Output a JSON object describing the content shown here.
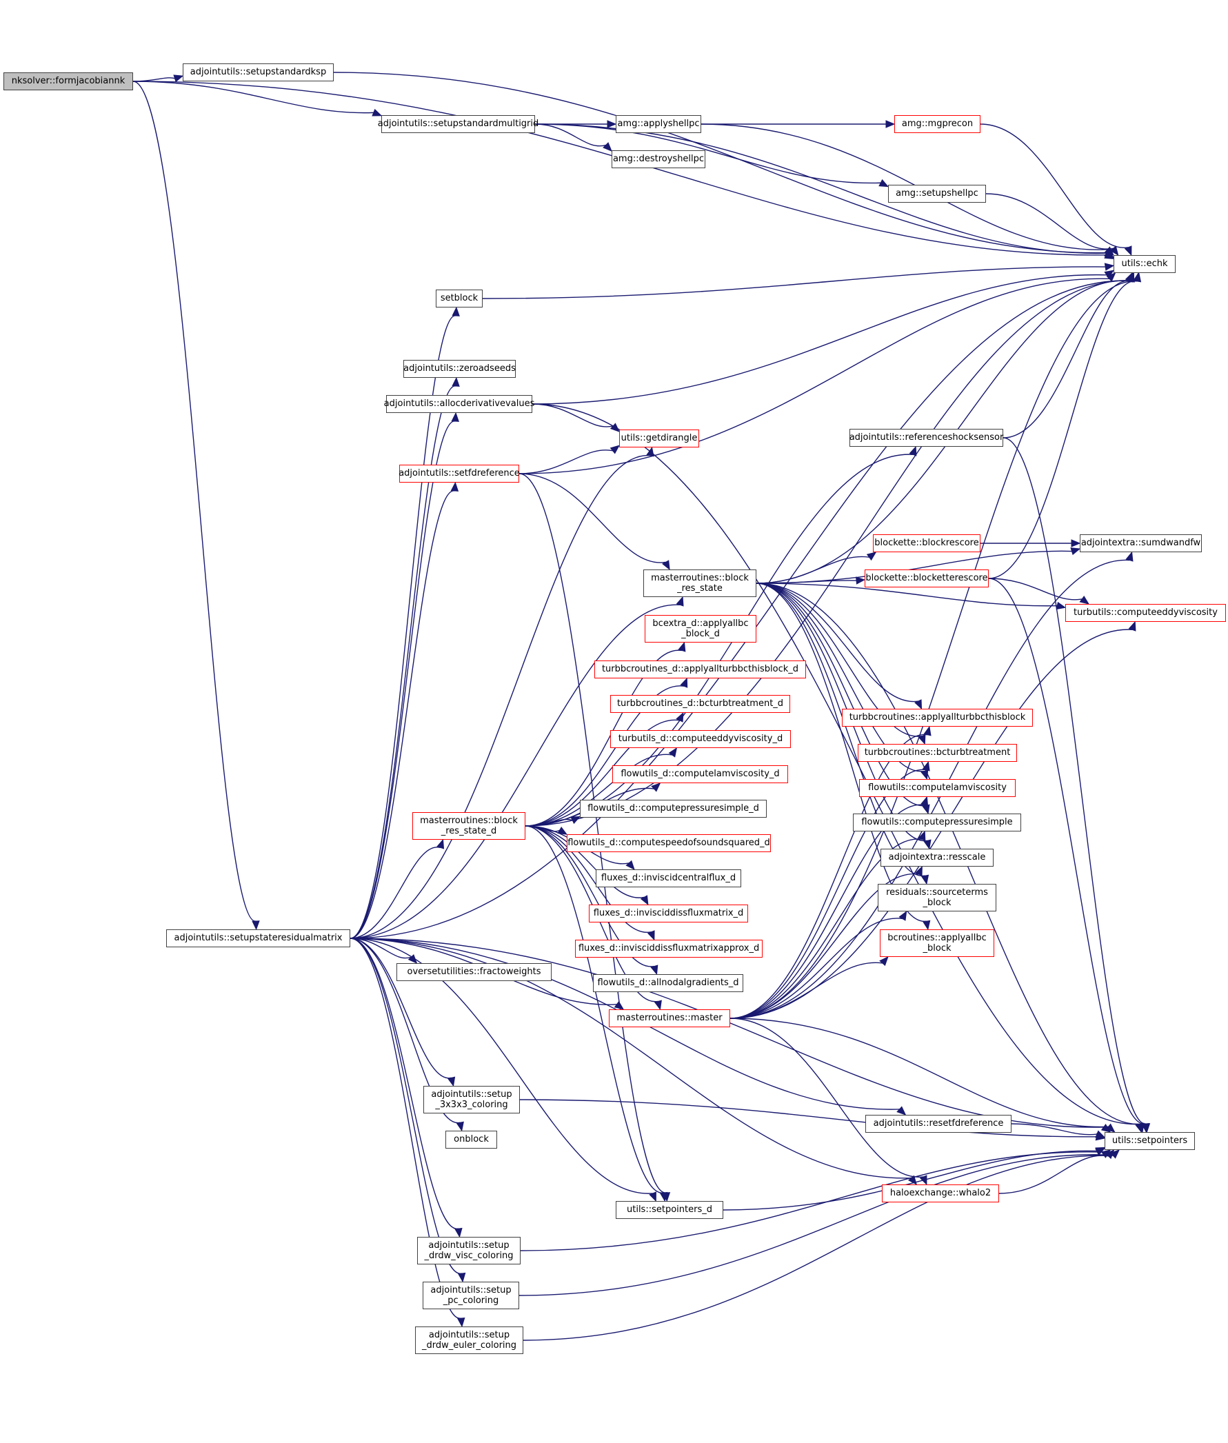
{
  "graph": {
    "edge_color": "#191970",
    "normal_border_color": "#404040",
    "truncated_border_color": "#ff0000",
    "root_fill_color": "#bfbfbf",
    "nodes": {
      "formjacobiannk": {
        "label": "nksolver::formjacobiannk",
        "style": "root"
      },
      "setupstandardksp": {
        "label": "adjointutils::setupstandardksp",
        "style": "normal"
      },
      "setupstandardmultigrid": {
        "label": "adjointutils::setupstandardmultigrid",
        "style": "normal"
      },
      "applyshellpc": {
        "label": "amg::applyshellpc",
        "style": "normal"
      },
      "mgprecon": {
        "label": "amg::mgprecon",
        "style": "truncated"
      },
      "destroyshellpc": {
        "label": "amg::destroyshellpc",
        "style": "normal"
      },
      "setupshellpc": {
        "label": "amg::setupshellpc",
        "style": "normal"
      },
      "echk": {
        "label": "utils::echk",
        "style": "normal"
      },
      "setblock": {
        "label": "setblock",
        "style": "normal"
      },
      "zeroadseeds": {
        "label": "adjointutils::zeroadseeds",
        "style": "normal"
      },
      "allocderivativevalues": {
        "label": "adjointutils::allocderivativevalues",
        "style": "normal"
      },
      "getdirangle": {
        "label": "utils::getdirangle",
        "style": "truncated"
      },
      "setfdreference": {
        "label": "adjointutils::setfdreference",
        "style": "truncated"
      },
      "referenceshocksensor": {
        "label": "adjointutils::referenceshocksensor",
        "style": "normal"
      },
      "blockrescore": {
        "label": "blockette::blockrescore",
        "style": "truncated"
      },
      "sumdwandfw": {
        "label": "adjointextra::sumdwandfw",
        "style": "normal"
      },
      "blockres_state": {
        "label": "masterroutines::block",
        "label2": "_res_state",
        "style": "normal"
      },
      "blocketterescore": {
        "label": "blockette::blocketterescore",
        "style": "truncated"
      },
      "computeeddyviscosity": {
        "label": "turbutils::computeeddyviscosity",
        "style": "truncated"
      },
      "applyallbc_block_d": {
        "label": "bcextra_d::applyallbc",
        "label2": "_block_d",
        "style": "truncated"
      },
      "applyallturbbcthisblock_d": {
        "label": "turbbcroutines_d::applyallturbbcthisblock_d",
        "style": "truncated"
      },
      "bcturbtreatment_d": {
        "label": "turbbcroutines_d::bcturbtreatment_d",
        "style": "truncated"
      },
      "computeeddyviscosity_d": {
        "label": "turbutils_d::computeeddyviscosity_d",
        "style": "truncated"
      },
      "computelamviscosity_d": {
        "label": "flowutils_d::computelamviscosity_d",
        "style": "truncated"
      },
      "computepressuresimple_d": {
        "label": "flowutils_d::computepressuresimple_d",
        "style": "normal"
      },
      "computespeedofsoundsquared_d": {
        "label": "flowutils_d::computespeedofsoundsquared_d",
        "style": "truncated"
      },
      "inviscidcentralflux_d": {
        "label": "fluxes_d::inviscidcentralflux_d",
        "style": "normal"
      },
      "invisciddissfluxmatrix_d": {
        "label": "fluxes_d::invisciddissfluxmatrix_d",
        "style": "truncated"
      },
      "invisciddissfluxmatrixapprox_d": {
        "label": "fluxes_d::invisciddissfluxmatrixapprox_d",
        "style": "truncated"
      },
      "allnodalgradients_d": {
        "label": "flowutils_d::allnodalgradients_d",
        "style": "normal"
      },
      "blockres_state_d": {
        "label": "masterroutines::block",
        "label2": "_res_state_d",
        "style": "truncated"
      },
      "master": {
        "label": "masterroutines::master",
        "style": "truncated"
      },
      "applyallturbbcthisblock": {
        "label": "turbbcroutines::applyallturbbcthisblock",
        "style": "truncated"
      },
      "bcturbtreatment": {
        "label": "turbbcroutines::bcturbtreatment",
        "style": "truncated"
      },
      "computelamviscosity": {
        "label": "flowutils::computelamviscosity",
        "style": "truncated"
      },
      "computepressuresimple": {
        "label": "flowutils::computepressuresimple",
        "style": "normal"
      },
      "resscale": {
        "label": "adjointextra::resscale",
        "style": "normal"
      },
      "sourceterms_block": {
        "label": "residuals::sourceterms",
        "label2": "_block",
        "style": "normal"
      },
      "applyallbc_block": {
        "label": "bcroutines::applyallbc",
        "label2": "_block",
        "style": "truncated"
      },
      "setupstateresidualmatrix": {
        "label": "adjointutils::setupstateresidualmatrix",
        "style": "normal"
      },
      "fractoweights": {
        "label": "oversetutilities::fractoweights",
        "style": "normal"
      },
      "setup_3x3x3_coloring": {
        "label": "adjointutils::setup",
        "label2": "_3x3x3_coloring",
        "style": "normal"
      },
      "resetfdreference": {
        "label": "adjointutils::resetfdreference",
        "style": "normal"
      },
      "onblock": {
        "label": "onblock",
        "style": "normal"
      },
      "setpointers": {
        "label": "utils::setpointers",
        "style": "normal"
      },
      "whalo2": {
        "label": "haloexchange::whalo2",
        "style": "truncated"
      },
      "setpointers_d": {
        "label": "utils::setpointers_d",
        "style": "normal"
      },
      "setup_drdw_visc_coloring": {
        "label": "adjointutils::setup",
        "label2": "_drdw_visc_coloring",
        "style": "normal"
      },
      "setup_pc_coloring": {
        "label": "adjointutils::setup",
        "label2": "_pc_coloring",
        "style": "normal"
      },
      "setup_drdw_euler_coloring": {
        "label": "adjointutils::setup",
        "label2": "_drdw_euler_coloring",
        "style": "normal"
      }
    },
    "edges": [
      [
        "formjacobiannk",
        "echk"
      ],
      [
        "formjacobiannk",
        "setupstandardksp"
      ],
      [
        "formjacobiannk",
        "setupstandardmultigrid"
      ],
      [
        "formjacobiannk",
        "setupstateresidualmatrix"
      ],
      [
        "setupstandardksp",
        "echk"
      ],
      [
        "setupstandardmultigrid",
        "echk"
      ],
      [
        "setupstandardmultigrid",
        "applyshellpc"
      ],
      [
        "setupstandardmultigrid",
        "destroyshellpc"
      ],
      [
        "setupstandardmultigrid",
        "setupshellpc"
      ],
      [
        "applyshellpc",
        "mgprecon"
      ],
      [
        "applyshellpc",
        "echk"
      ],
      [
        "mgprecon",
        "echk"
      ],
      [
        "setupshellpc",
        "echk"
      ],
      [
        "setblock",
        "echk"
      ],
      [
        "allocderivativevalues",
        "echk"
      ],
      [
        "allocderivativevalues",
        "getdirangle"
      ],
      [
        "allocderivativevalues",
        "setpointers"
      ],
      [
        "setfdreference",
        "getdirangle"
      ],
      [
        "setfdreference",
        "echk"
      ],
      [
        "setfdreference",
        "blockres_state"
      ],
      [
        "setfdreference",
        "setpointers_d"
      ],
      [
        "referenceshocksensor",
        "echk"
      ],
      [
        "referenceshocksensor",
        "setpointers"
      ],
      [
        "blockres_state",
        "echk"
      ],
      [
        "blockres_state",
        "blockrescore"
      ],
      [
        "blockres_state",
        "blocketterescore"
      ],
      [
        "blockres_state",
        "sumdwandfw"
      ],
      [
        "blockres_state",
        "computeeddyviscosity"
      ],
      [
        "blockres_state",
        "applyallturbbcthisblock"
      ],
      [
        "blockres_state",
        "bcturbtreatment"
      ],
      [
        "blockres_state",
        "computelamviscosity"
      ],
      [
        "blockres_state",
        "computepressuresimple"
      ],
      [
        "blockres_state",
        "resscale"
      ],
      [
        "blockres_state",
        "sourceterms_block"
      ],
      [
        "blockres_state",
        "applyallbc_block"
      ],
      [
        "blockres_state",
        "setpointers"
      ],
      [
        "blockrescore",
        "sumdwandfw"
      ],
      [
        "blocketterescore",
        "echk"
      ],
      [
        "blocketterescore",
        "computeeddyviscosity"
      ],
      [
        "blocketterescore",
        "setpointers"
      ],
      [
        "blockres_state_d",
        "echk"
      ],
      [
        "blockres_state_d",
        "referenceshocksensor"
      ],
      [
        "blockres_state_d",
        "applyallbc_block_d"
      ],
      [
        "blockres_state_d",
        "applyallturbbcthisblock_d"
      ],
      [
        "blockres_state_d",
        "bcturbtreatment_d"
      ],
      [
        "blockres_state_d",
        "computeeddyviscosity_d"
      ],
      [
        "blockres_state_d",
        "computelamviscosity_d"
      ],
      [
        "blockres_state_d",
        "computepressuresimple_d"
      ],
      [
        "blockres_state_d",
        "computespeedofsoundsquared_d"
      ],
      [
        "blockres_state_d",
        "inviscidcentralflux_d"
      ],
      [
        "blockres_state_d",
        "invisciddissfluxmatrix_d"
      ],
      [
        "blockres_state_d",
        "invisciddissfluxmatrixapprox_d"
      ],
      [
        "blockres_state_d",
        "allnodalgradients_d"
      ],
      [
        "blockres_state_d",
        "master"
      ],
      [
        "blockres_state_d",
        "setpointers_d"
      ],
      [
        "master",
        "echk"
      ],
      [
        "master",
        "applyallturbbcthisblock"
      ],
      [
        "master",
        "bcturbtreatment"
      ],
      [
        "master",
        "computelamviscosity"
      ],
      [
        "master",
        "computepressuresimple"
      ],
      [
        "master",
        "resscale"
      ],
      [
        "master",
        "sourceterms_block"
      ],
      [
        "master",
        "applyallbc_block"
      ],
      [
        "master",
        "sumdwandfw"
      ],
      [
        "master",
        "computeeddyviscosity"
      ],
      [
        "master",
        "setpointers"
      ],
      [
        "master",
        "whalo2"
      ],
      [
        "setupstateresidualmatrix",
        "echk"
      ],
      [
        "setupstateresidualmatrix",
        "setblock"
      ],
      [
        "setupstateresidualmatrix",
        "zeroadseeds"
      ],
      [
        "setupstateresidualmatrix",
        "allocderivativevalues"
      ],
      [
        "setupstateresidualmatrix",
        "getdirangle"
      ],
      [
        "setupstateresidualmatrix",
        "setfdreference"
      ],
      [
        "setupstateresidualmatrix",
        "blockres_state"
      ],
      [
        "setupstateresidualmatrix",
        "blockres_state_d"
      ],
      [
        "setupstateresidualmatrix",
        "fractoweights"
      ],
      [
        "setupstateresidualmatrix",
        "master"
      ],
      [
        "setupstateresidualmatrix",
        "resetfdreference"
      ],
      [
        "setupstateresidualmatrix",
        "setup_3x3x3_coloring"
      ],
      [
        "setupstateresidualmatrix",
        "onblock"
      ],
      [
        "setupstateresidualmatrix",
        "whalo2"
      ],
      [
        "setupstateresidualmatrix",
        "setpointers_d"
      ],
      [
        "setupstateresidualmatrix",
        "setup_drdw_visc_coloring"
      ],
      [
        "setupstateresidualmatrix",
        "setup_pc_coloring"
      ],
      [
        "setupstateresidualmatrix",
        "setup_drdw_euler_coloring"
      ],
      [
        "setupstateresidualmatrix",
        "setpointers"
      ],
      [
        "setup_3x3x3_coloring",
        "setpointers"
      ],
      [
        "resetfdreference",
        "setpointers"
      ],
      [
        "whalo2",
        "setpointers"
      ],
      [
        "setpointers_d",
        "setpointers"
      ],
      [
        "setup_drdw_visc_coloring",
        "setpointers"
      ],
      [
        "setup_pc_coloring",
        "setpointers"
      ],
      [
        "setup_drdw_euler_coloring",
        "setpointers"
      ]
    ]
  }
}
